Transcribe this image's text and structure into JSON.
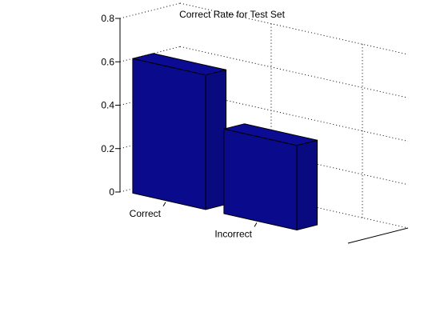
{
  "chart_data": {
    "type": "bar",
    "title": "Correct Rate for Test Set",
    "xlabel": "",
    "ylabel": "",
    "categories": [
      "Correct",
      "Incorrect"
    ],
    "values": [
      0.62,
      0.39
    ],
    "ylim": [
      0,
      0.8
    ],
    "yticks": [
      "0",
      "0.2",
      "0.4",
      "0.6",
      "0.8"
    ],
    "grid": true,
    "projection": "3d",
    "bar_color": "#0a0a8c"
  }
}
